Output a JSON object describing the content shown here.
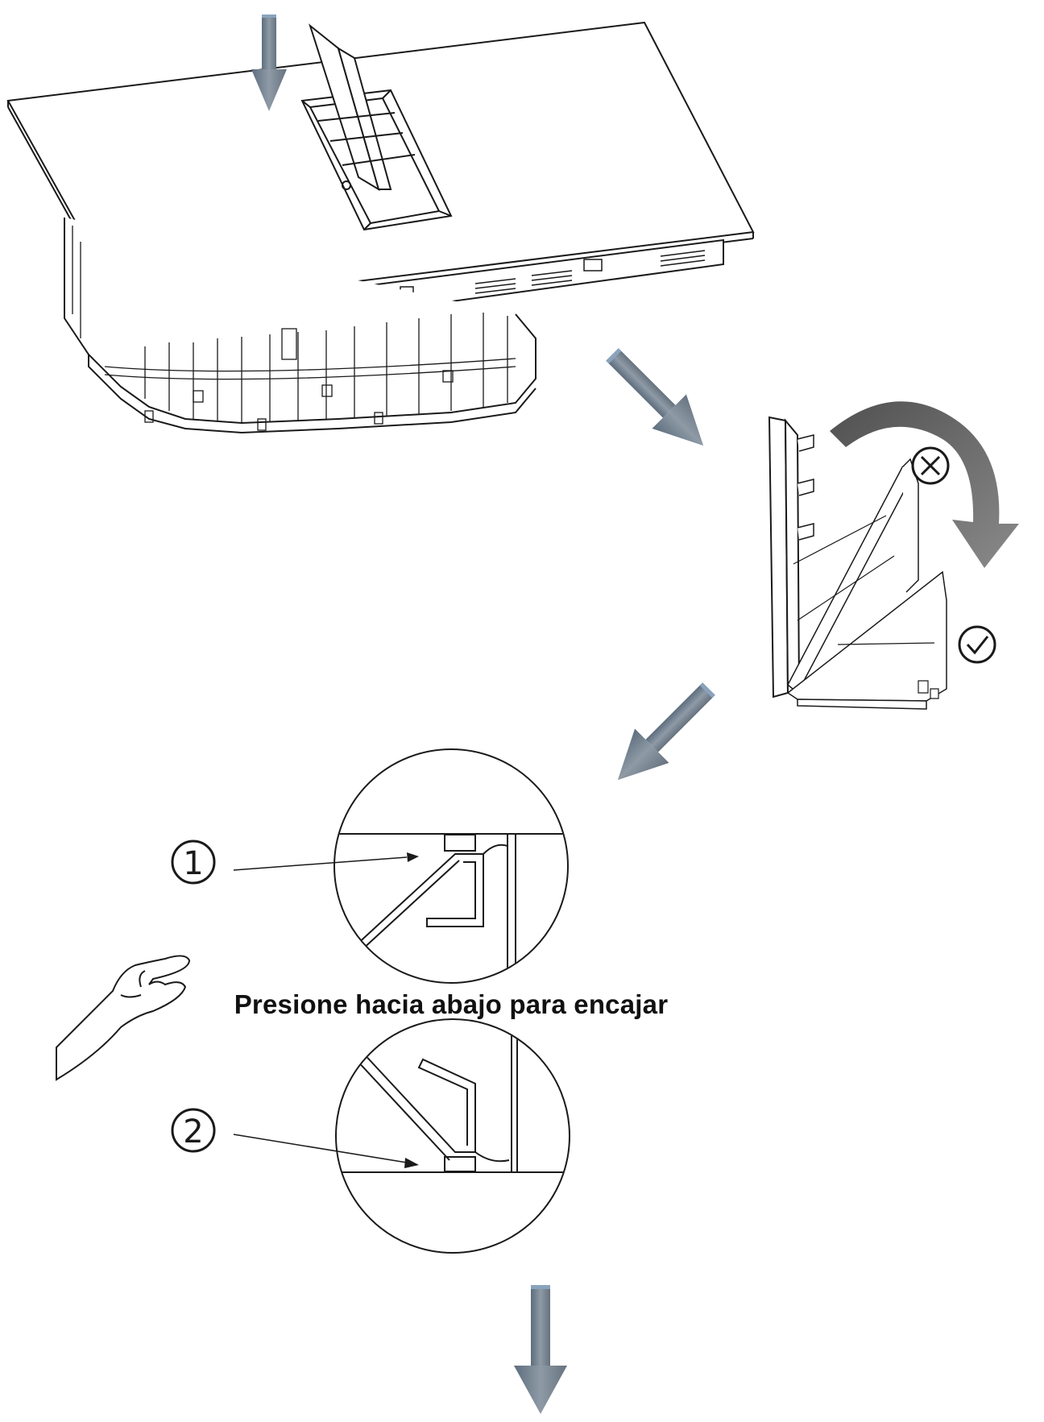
{
  "diagram": {
    "caption": "Presione hacia abajo para encajar",
    "callouts": [
      {
        "id": "1",
        "label": "1"
      },
      {
        "id": "2",
        "label": "2"
      }
    ],
    "status_marks": {
      "wrong": "incorrect-mark",
      "right": "correct-mark"
    },
    "colors": {
      "arrow": "#7c8896",
      "arrow_dark": "#4a5a6a",
      "arrow_curved": "#6e6e6e",
      "line": "#1a1a1a"
    }
  }
}
